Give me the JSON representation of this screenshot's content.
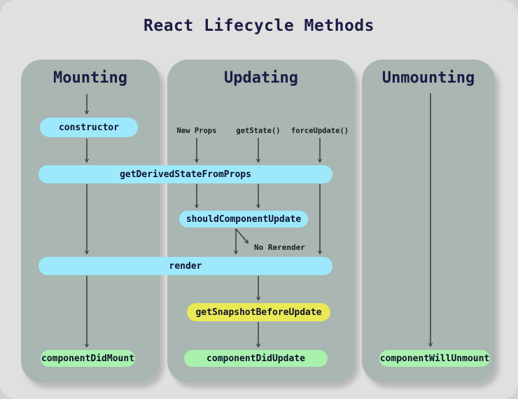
{
  "title": "React Lifecycle Methods",
  "columns": {
    "mounting": "Mounting",
    "updating": "Updating",
    "unmounting": "Unmounting"
  },
  "nodes": {
    "constructor": "constructor",
    "get_derived_state_from_props": "getDerivedStateFromProps",
    "should_component_update": "shouldComponentUpdate",
    "render": "render",
    "get_snapshot_before_update": "getSnapshotBeforeUpdate",
    "component_did_mount": "componentDidMount",
    "component_did_update": "componentDidUpdate",
    "component_will_unmount": "componentWillUnmount"
  },
  "triggers": {
    "new_props": "New Props",
    "get_state": "getState()",
    "force_update": "forceUpdate()"
  },
  "annotations": {
    "no_rerender": "No Rerender"
  },
  "colors": {
    "page_bg": "#e0e0e0",
    "column_bg": "#a9b6b1",
    "pill_blue": "#9de9fb",
    "pill_yellow": "#e9e956",
    "pill_green": "#a9f2ae",
    "heading_text": "#1b1b44",
    "pill_text": "#10102e",
    "arrow": "#3b3b3b"
  }
}
